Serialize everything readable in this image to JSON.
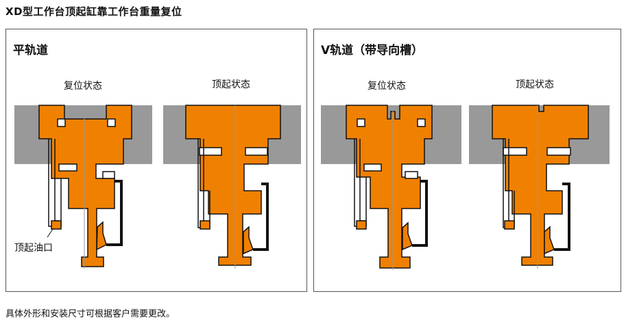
{
  "title": "XD型工作台顶起缸靠工作台重量复位",
  "panels": [
    {
      "title": "平轨道",
      "states": [
        "复位状态",
        "顶起状态"
      ],
      "oil_port_label": "顶起油口"
    },
    {
      "title": "V轨道（带导向槽）",
      "states": [
        "复位状态",
        "顶起状态"
      ]
    }
  ],
  "footnote": "具体外形和安装尺寸可根据客户需要更改。",
  "colors": {
    "cylinder": "#f08000",
    "table_gray": "#999999",
    "outline": "#111111"
  }
}
